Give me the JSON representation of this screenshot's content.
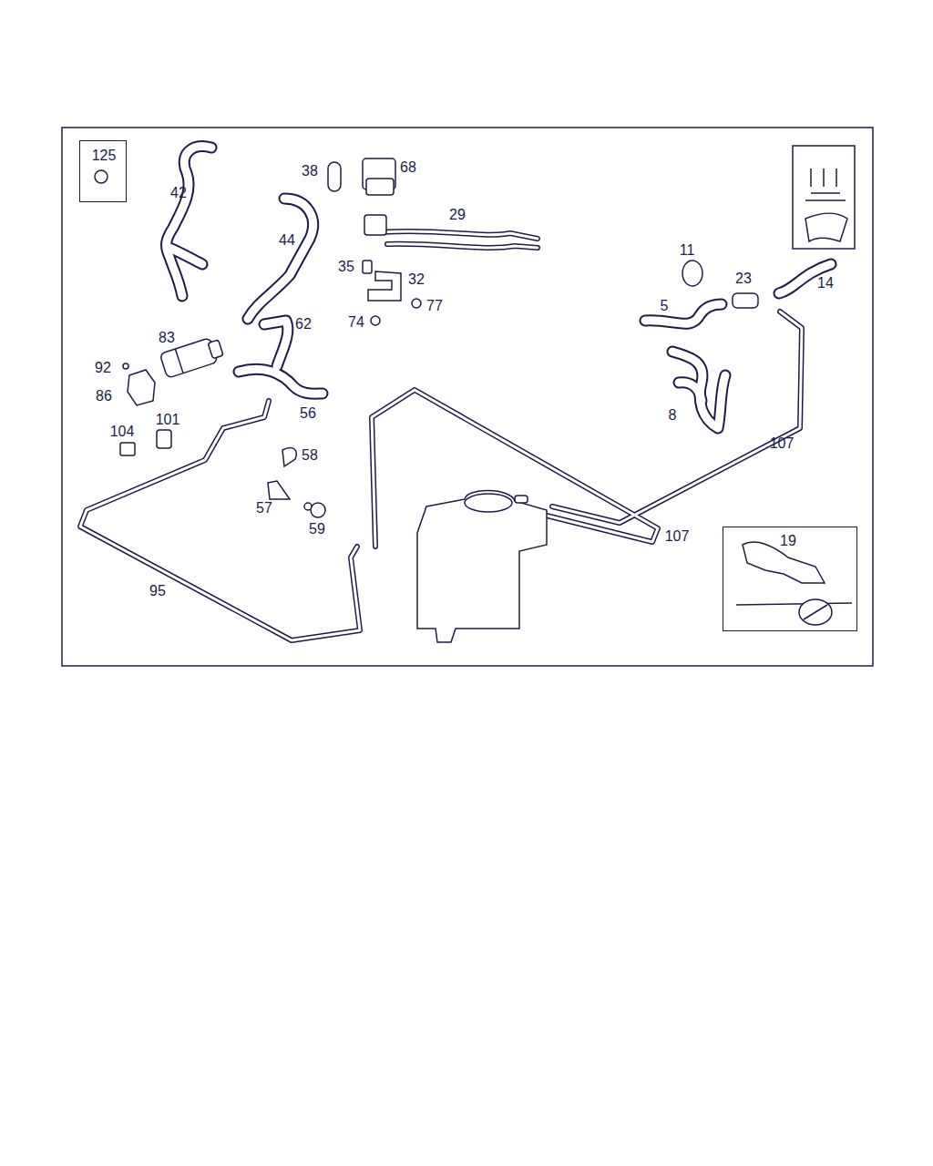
{
  "diagram": {
    "nodes": [
      {
        "text": [
          "125"
        ]
      },
      {
        "text": [
          "19"
        ]
      }
    ],
    "labels": [
      "42",
      "38",
      "68",
      "29",
      "44",
      "35",
      "32",
      "77",
      "74",
      "62",
      "83",
      "92",
      "86",
      "56",
      "104",
      "101",
      "58",
      "57",
      "59",
      "95",
      "11",
      "23",
      "14",
      "5",
      "8",
      "107",
      "107"
    ]
  }
}
